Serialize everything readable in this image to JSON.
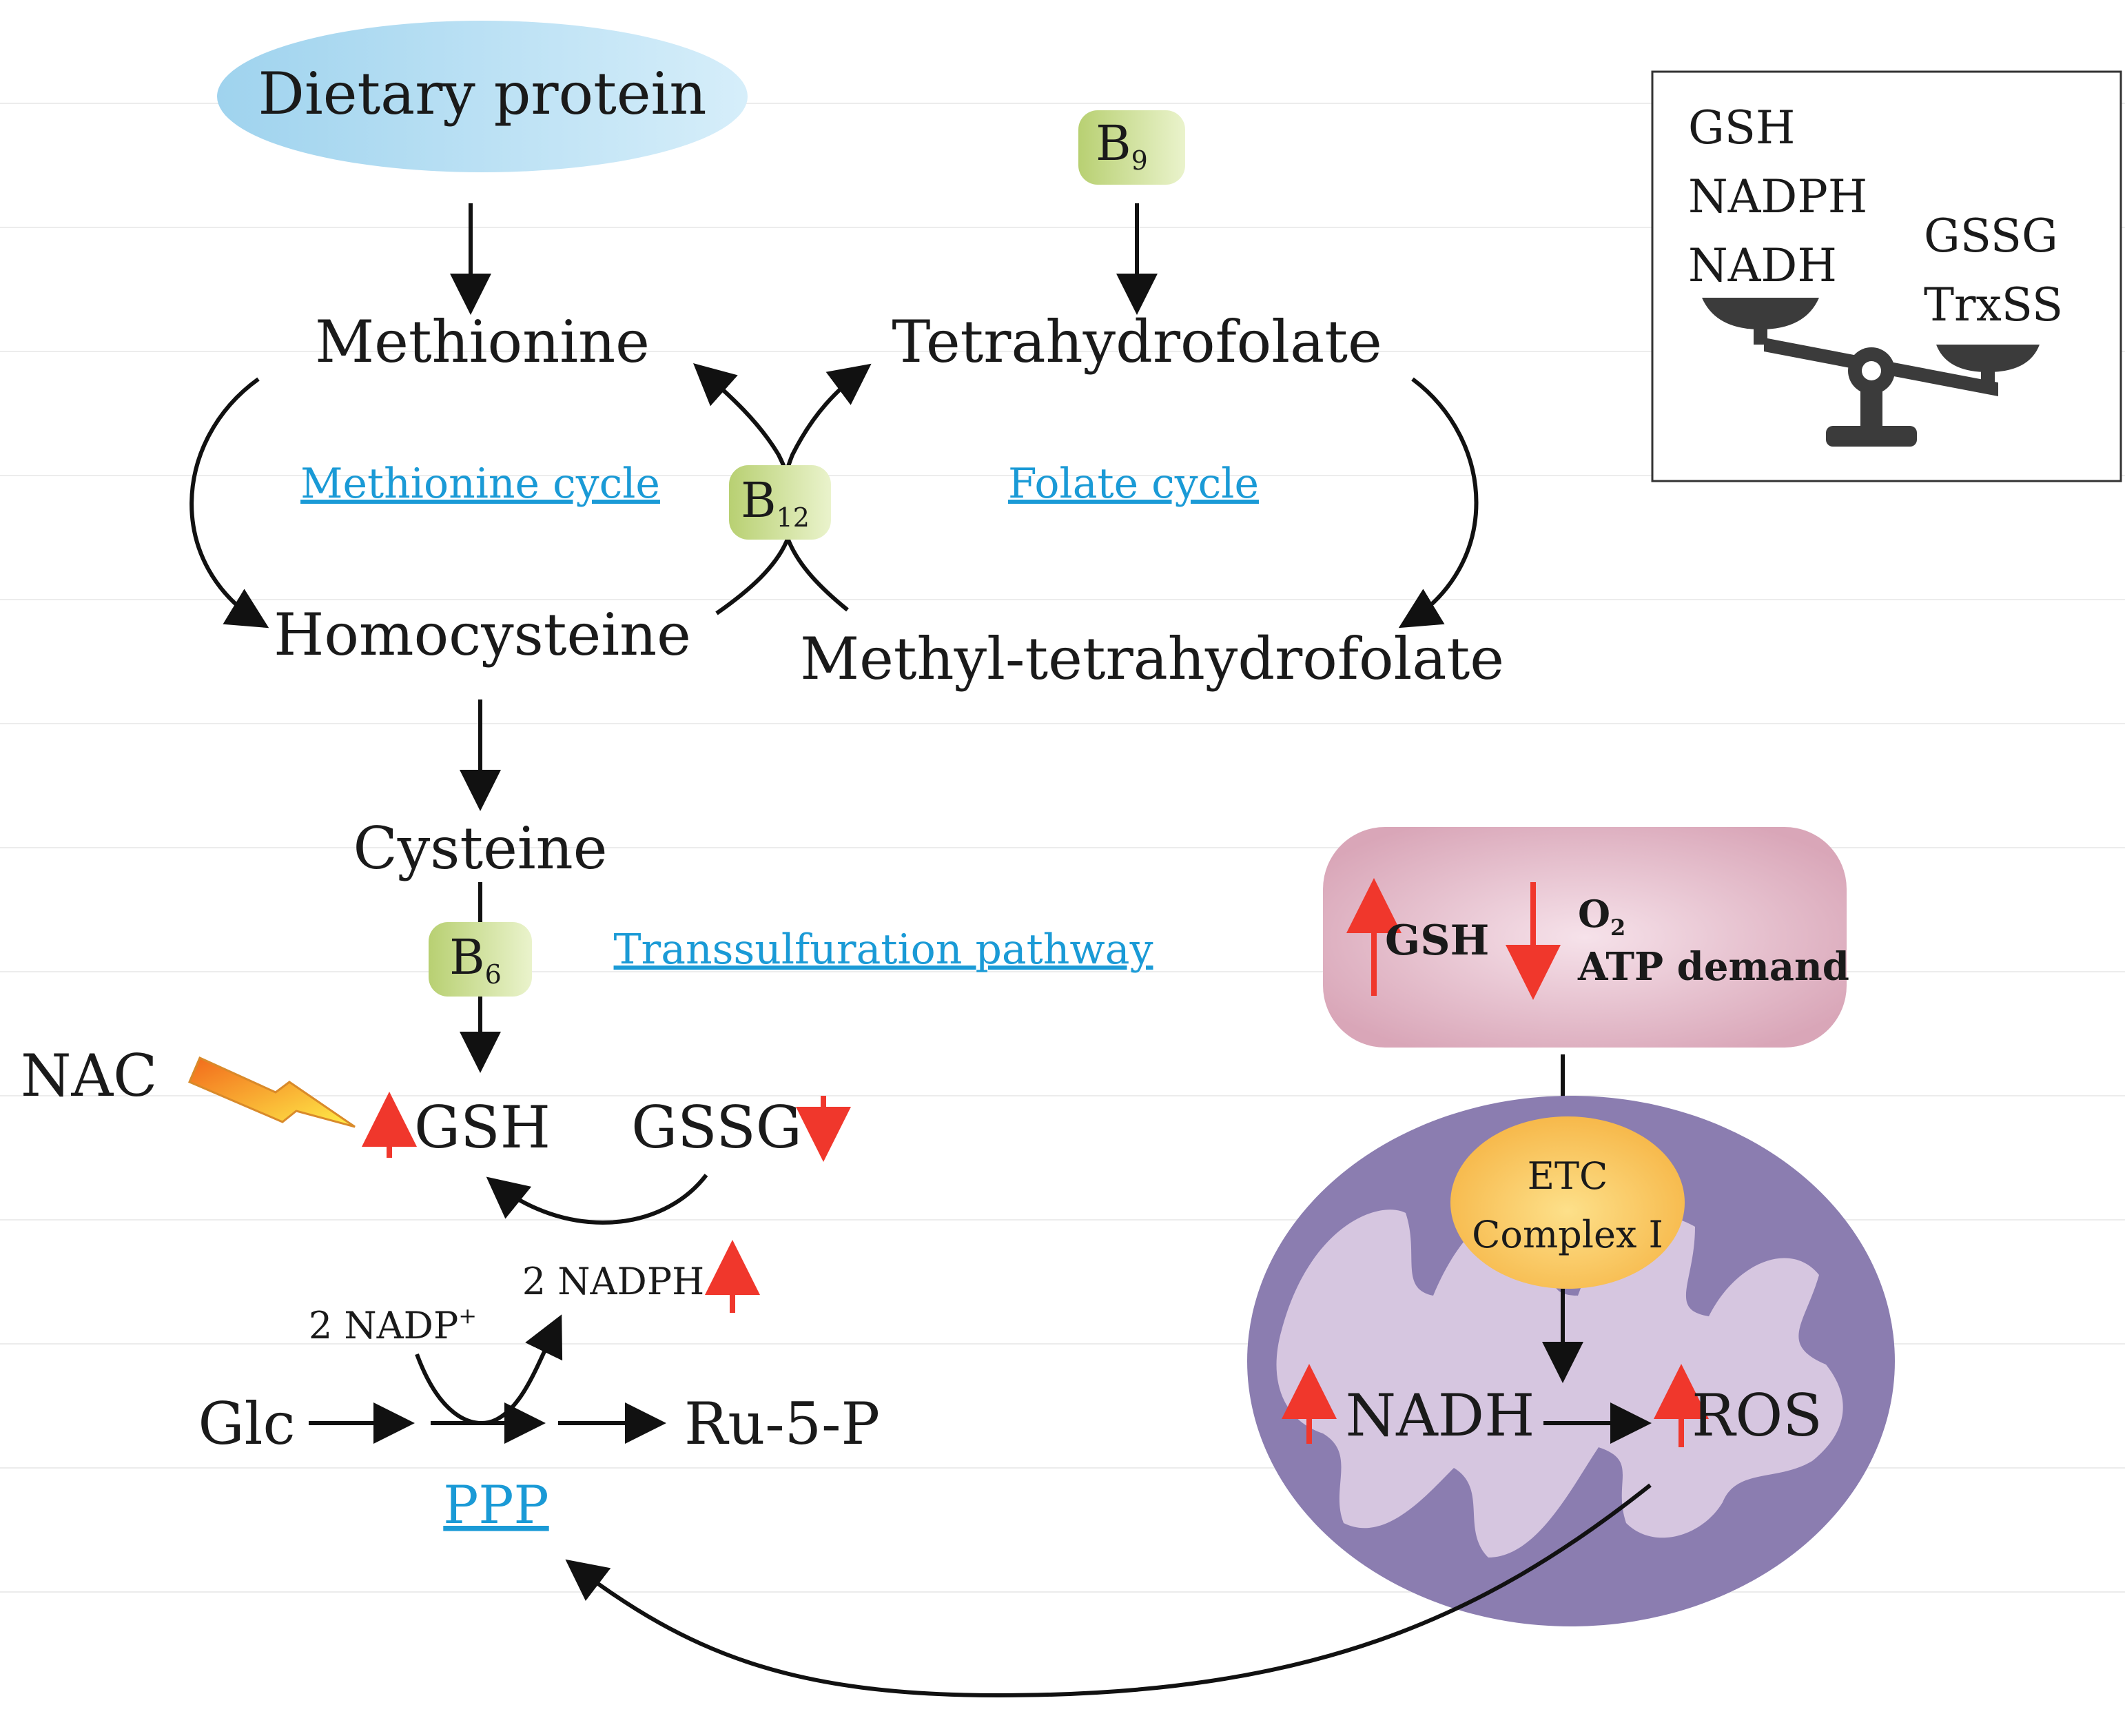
{
  "nodes": {
    "dietary_protein": "Dietary protein",
    "methionine": "Methionine",
    "tetrahydrofolate": "Tetrahydrofolate",
    "homocysteine": "Homocysteine",
    "methyl_thf": "Methyl-tetrahydrofolate",
    "cysteine": "Cysteine",
    "nac": "NAC",
    "gsh": "GSH",
    "gssg": "GSSG",
    "nadph": "2 NADPH",
    "nadp": "2 NADP",
    "nadp_sup": "+",
    "glc": "Glc",
    "ru5p": "Ru-5-P"
  },
  "vitamins": {
    "b9": {
      "base": "B",
      "sub": "9"
    },
    "b12": {
      "base": "B",
      "sub": "12"
    },
    "b6": {
      "base": "B",
      "sub": "6"
    }
  },
  "pathways": {
    "methionine_cycle": "Methionine cycle",
    "folate_cycle": "Folate cycle",
    "transsulfuration": "Transsulfuration pathway",
    "ppp": "PPP"
  },
  "balance_box": {
    "left": [
      "GSH",
      "NADPH",
      "NADH"
    ],
    "right": [
      "GSSG",
      "TrxSS"
    ]
  },
  "condition_box": {
    "gsh": "GSH",
    "o2": "O",
    "o2_sub": "2",
    "atp": "ATP demand"
  },
  "mito": {
    "etc_line1": "ETC",
    "etc_line2": "Complex I",
    "nadh": "NADH",
    "ros": "ROS"
  },
  "colors": {
    "up_down_arrow": "#f0372c",
    "link": "#1a9ad6",
    "vitamin_fill": "#c9dc8a",
    "dietary_fill": "#a8d8ef",
    "mito_outer": "#8b7db0",
    "mito_inner": "#d6c6e0",
    "etc_fill": "#f7c45a",
    "condition_fill": "#e6b9c8"
  }
}
